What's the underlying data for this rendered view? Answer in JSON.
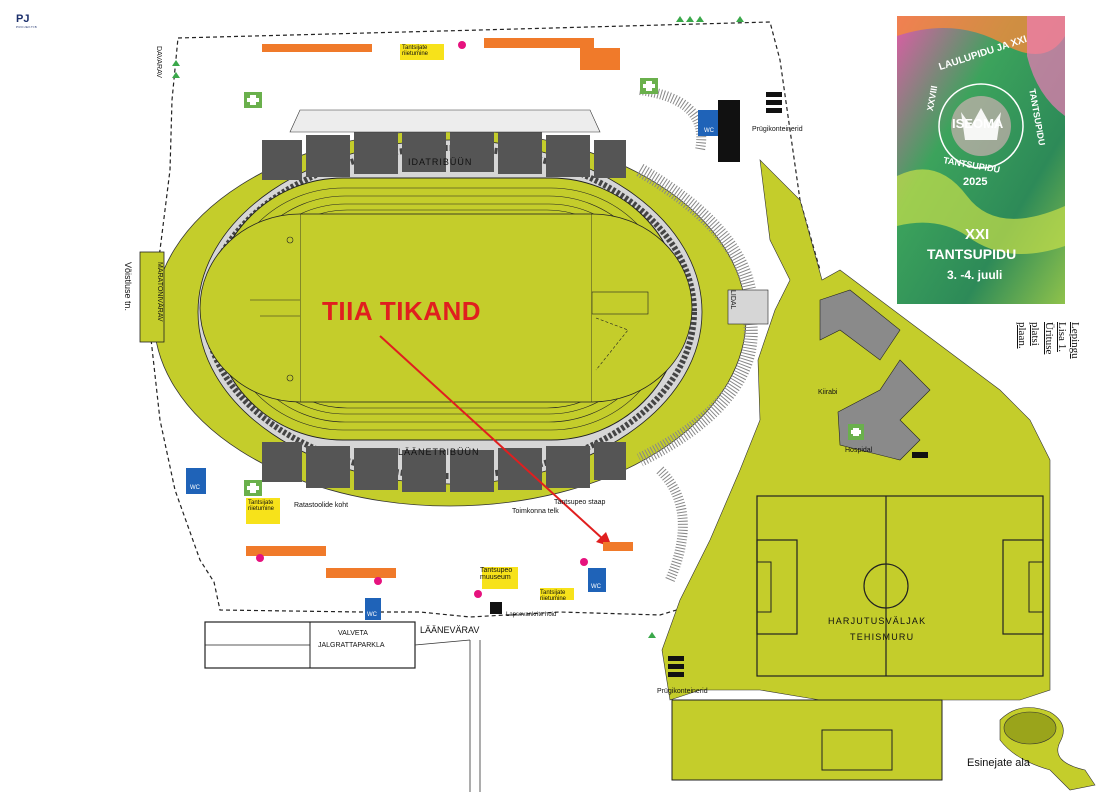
{
  "logo": {
    "mark": "PJ",
    "sub": "PROJEKTIB"
  },
  "map_title": "TIIA TIKAND",
  "side_note": {
    "line1": "Lepingu Lisa 1.",
    "line2": "Ürituse platsi plaan."
  },
  "poster": {
    "arc_top": "LAULUPIDU JA XXI",
    "arc_left": "XXVIII",
    "arc_right": "TANTSUPIDU",
    "center": "ISEOMA",
    "arc_bottom": "TANTSUPIDU",
    "year": "2025",
    "xxi": "XXI",
    "tantsupidu": "TANTSUPIDU",
    "dates": "3. -4. juuli"
  },
  "stands": {
    "east": "IDATRIBÜÜN",
    "west": "LÄÄNETRIBÜÜN",
    "north": "LIDAL"
  },
  "gates": {
    "daviarav": "DAVARAV",
    "maraton": "MARATONIVÄRAV",
    "laane": "LÄÄNEVÄRAV"
  },
  "streets": {
    "voistluse": "Võistluse tn."
  },
  "labels": {
    "tantsijate_top": "Tantsijate riietumine",
    "tantsijate_left": "Tantsijate riietumine",
    "tantsijate_bottom": "Tantsijate riietumine",
    "prugi_top": "Prügikonteinerid",
    "prugi_bottom": "Prügikonteinerid",
    "kiirabi": "Kiirabi",
    "hospidal": "Hospidal",
    "ratastool": "Ratastoolide koht",
    "toimkonna": "Toimkonna telk",
    "staap": "Tantsupeo staap",
    "muuseum": "Tantsupeo muuseum",
    "lapsevankrite": "Lapsevankrite hoid",
    "valveta": "VALVETA",
    "jalgrattaparkla": "JALGRATTAPARKLA",
    "harjutus": "HARJUTUSVÄLJAK",
    "tehismuru": "TEHISMURU",
    "esinejate": "Esinejate ala",
    "wc": "WC"
  },
  "colors": {
    "lime": "#c4cd2b",
    "lime_dark": "#a9b21c",
    "red": "#e01f1f",
    "orange": "#f07a2a",
    "wc_blue": "#1f63b8",
    "grey": "#8a8a8a",
    "aid_green": "#6ab04c",
    "magenta": "#e6127e",
    "yellow": "#f7e21a"
  }
}
